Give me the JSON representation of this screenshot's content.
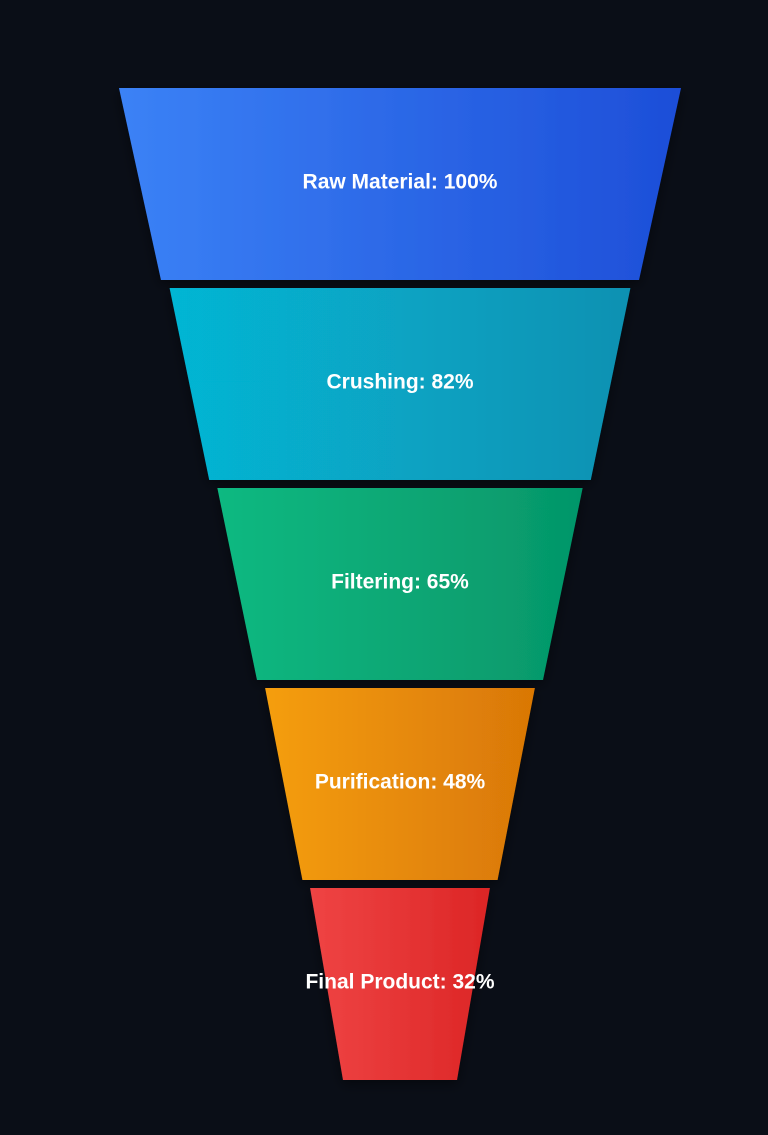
{
  "chart_data": {
    "type": "funnel",
    "stages": [
      {
        "name": "Raw Material",
        "value": 100,
        "color_start": "#3b82f6",
        "color_end": "#1d4ed8"
      },
      {
        "name": "Crushing",
        "value": 82,
        "color_start": "#06b6d4",
        "color_end": "#0891b2"
      },
      {
        "name": "Filtering",
        "value": 65,
        "color_start": "#10b981",
        "color_end": "#059669"
      },
      {
        "name": "Purification",
        "value": 48,
        "color_start": "#f59e0b",
        "color_end": "#d97706"
      },
      {
        "name": "Final Product",
        "value": 32,
        "color_start": "#ef4444",
        "color_end": "#dc2626"
      }
    ],
    "value_suffix": "%",
    "title": "",
    "background": "#0a0e17"
  }
}
